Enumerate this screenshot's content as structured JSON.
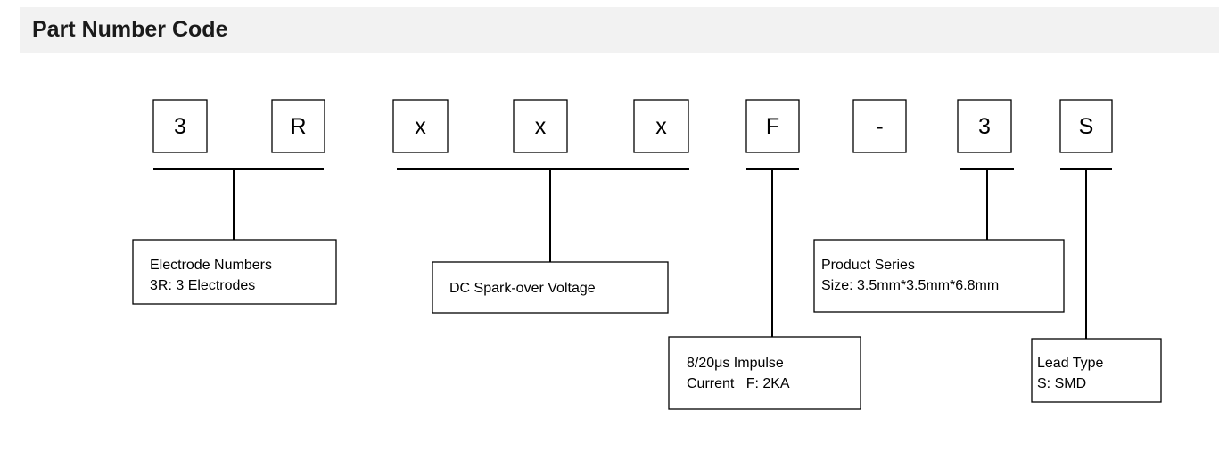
{
  "header": {
    "title": "Part Number Code"
  },
  "code_chars": [
    "3",
    "R",
    "x",
    "x",
    "x",
    "F",
    "-",
    "3",
    "S"
  ],
  "descriptions": {
    "electrode": {
      "line1": "Electrode Numbers",
      "line2": "3R: 3 Electrodes"
    },
    "voltage": {
      "line1": "DC Spark-over Voltage"
    },
    "impulse": {
      "line1": "8/20μs Impulse",
      "line2": "Current   F: 2KA"
    },
    "series": {
      "line1": "Product Series",
      "line2": "Size: 3.5mm*3.5mm*6.8mm"
    },
    "lead": {
      "line1": "Lead Type",
      "line2": "S: SMD"
    }
  }
}
